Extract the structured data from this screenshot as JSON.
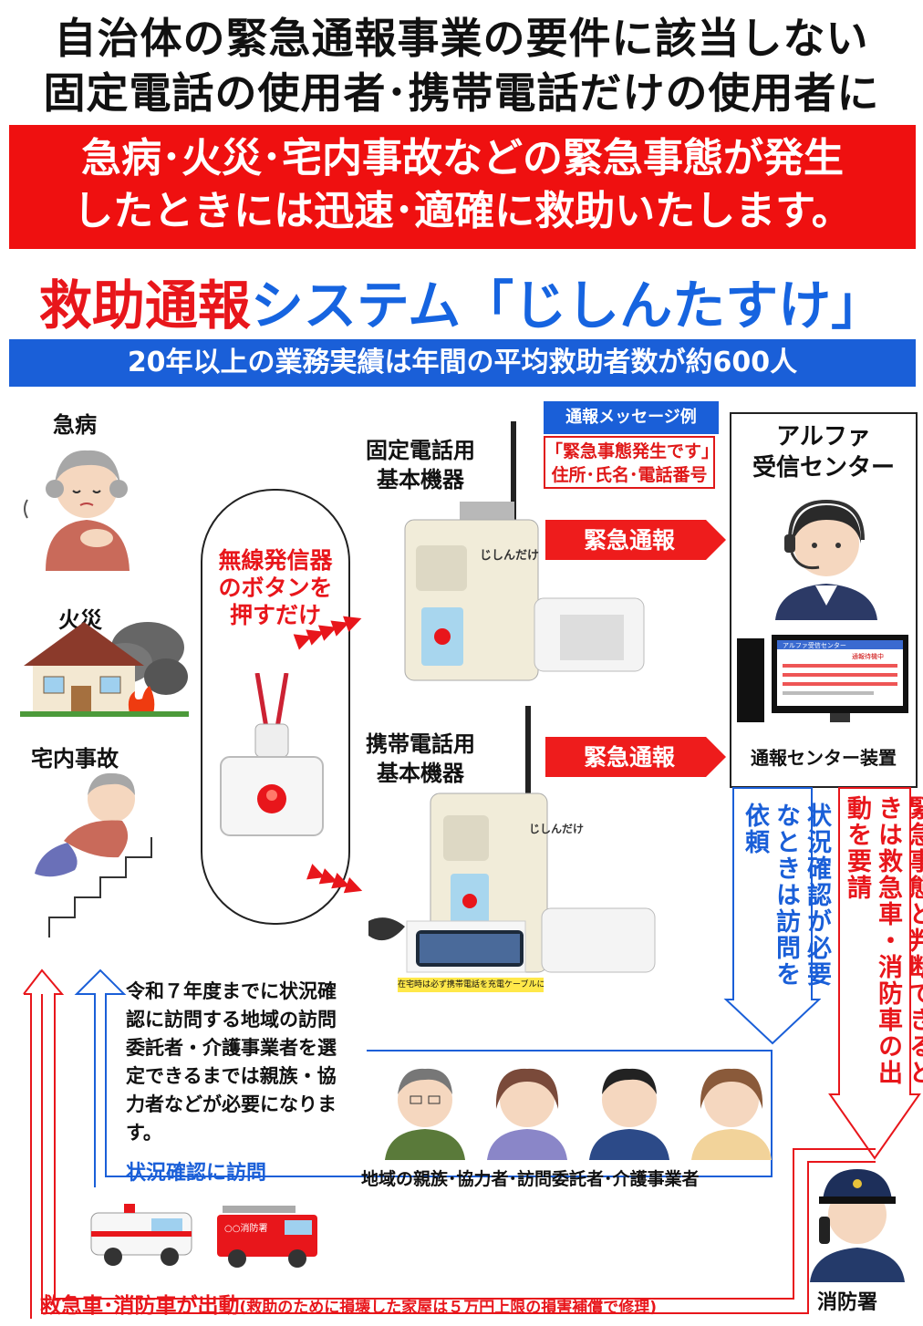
{
  "header": {
    "line1": "自治体の緊急通報事業の要件に該当しない",
    "line2": "固定電話の使用者･携帯電話だけの使用者に"
  },
  "banner": {
    "line1": "急病･火災･宅内事故などの緊急事態が発生",
    "line2": "したときには迅速･適確に救助いたします。"
  },
  "system": {
    "title_red": "救助通報",
    "title_blue": "システム「じしんたすけ」"
  },
  "record_bar": "20年以上の業務実績は年間の平均救助者数が約600人",
  "cases": {
    "sudden_illness": "急病",
    "fire": "火災",
    "home_accident": "宅内事故"
  },
  "transmitter": {
    "line1": "無線発信器",
    "line2": "のボタンを",
    "line3": "押すだけ"
  },
  "devices": {
    "landline_line1": "固定電話用",
    "landline_line2": "基本機器",
    "mobile_line1": "携帯電話用",
    "mobile_line2": "基本機器",
    "device_brand": "じしんだけ",
    "charging_note": "在宅時は必ず携帯電話を充電ケーブルに接続する"
  },
  "message_example": {
    "heading": "通報メッセージ例",
    "line1": "「緊急事態発生です」",
    "line2": "住所･氏名･電話番号"
  },
  "emergency_call_label": "緊急通報",
  "center": {
    "line1": "アルファ",
    "line2": "受信センター",
    "equipment": "通報センター装置",
    "screen_title": "アルファ受信センター",
    "screen_badge": "通報待機中"
  },
  "side_notes": {
    "visit_request": "状況確認が必要なときは訪問を依頼",
    "dispatch_request": "緊急事態と判断できるときは救急車・消防車の出動を要請"
  },
  "community_note": "令和７年度までに状況確認に訪問する地域の訪問委託者・介護事業者を選定できるまでは親族・協力者などが必要になります。",
  "visit_label": "状況確認に訪問",
  "helpers_label": "地域の親族･協力者･訪問委託者･介護事業者",
  "dispatch": {
    "main": "救急車･消防車が出動",
    "note": "(救助のために損壊した家屋は５万円上限の損害補償で修理)",
    "fire_station": "消防署",
    "fire_truck_text": "○○消防署"
  },
  "colors": {
    "red": "#ef1010",
    "blue": "#1a5fd8"
  }
}
